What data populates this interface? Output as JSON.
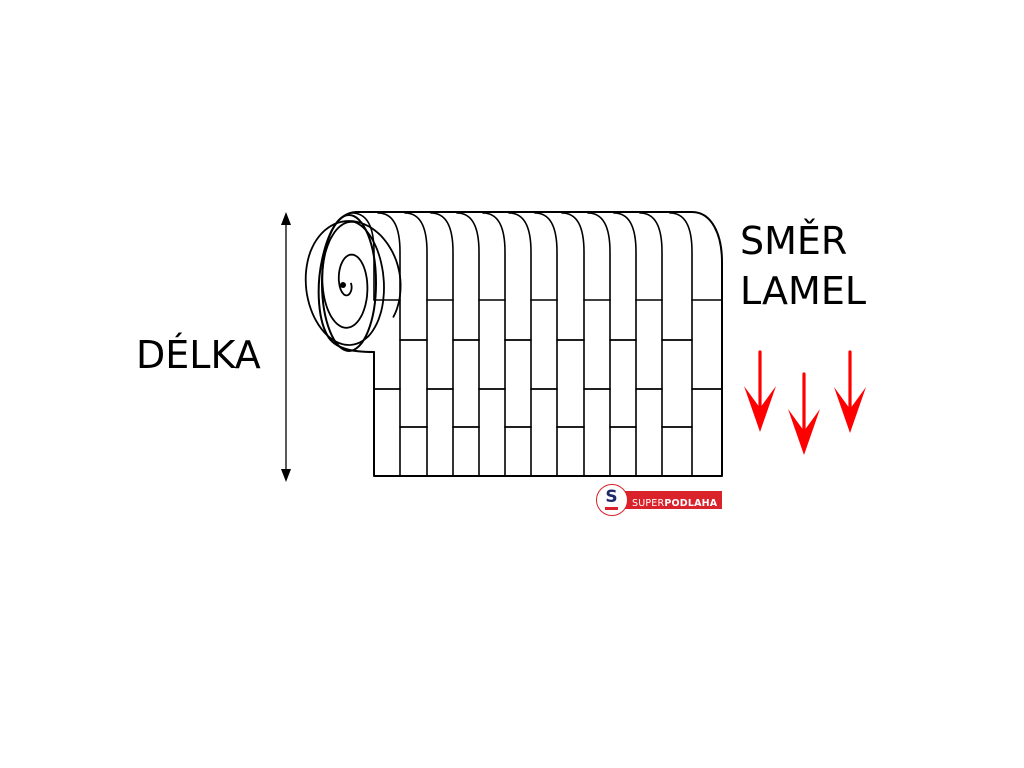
{
  "labels": {
    "length": "DÉLKA",
    "direction_line1": "SMĚR",
    "direction_line2": "LAMEL"
  },
  "logo": {
    "letter": "S",
    "word_a": "SUPER",
    "word_b": "PODLAHA"
  },
  "colors": {
    "line": "#000000",
    "arrow": "#ff0000",
    "logo_red": "#d9222a",
    "logo_navy": "#1d2a6b"
  },
  "icons": {
    "dimension_arrow": "double-headed-vertical-arrow",
    "direction_arrows": "red-down-arrow"
  }
}
